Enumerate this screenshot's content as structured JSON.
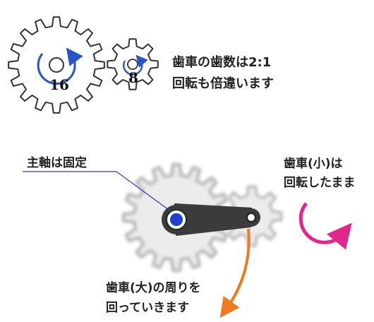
{
  "top_panel": {
    "big_gear_teeth": "16",
    "small_gear_teeth": "8",
    "caption_line1": "歯車の歯数は2:1",
    "caption_line2": "回転も倍違います"
  },
  "bottom_panel": {
    "main_axis_label": "主軸は固定",
    "small_gear_line1": "歯車(小)は",
    "small_gear_line2": "回転したまま",
    "big_gear_line1": "歯車(大)の周りを",
    "big_gear_line2": "回っていきます"
  },
  "colors": {
    "gear_stroke": "#333333",
    "gear_fill": "#ffffff",
    "rotation_arrow_blue": "#2a55c8",
    "rotation_arrow_pink": "#e0288c",
    "orbit_arrow_orange": "#ee7a22",
    "axis_center_blue": "#1f3fd0",
    "arm_fill": "#3b3b3b",
    "faded_gear": "#c8c8c8"
  },
  "icons": {
    "big_gear": "gear-icon",
    "small_gear": "gear-icon",
    "rotation_arrow": "circular-arrow-icon"
  }
}
